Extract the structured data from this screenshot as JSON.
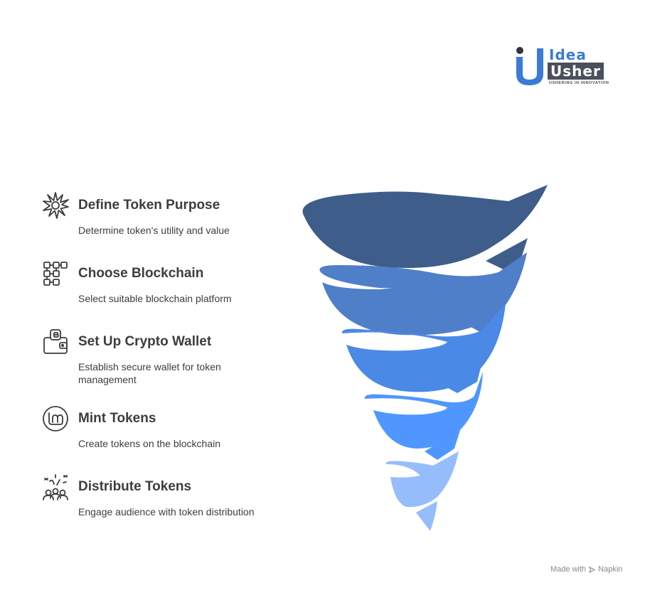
{
  "brand": {
    "name_line1": "Idea",
    "name_line2": "Usher",
    "tagline": "USHERING IN INNOVATION"
  },
  "steps": [
    {
      "title": "Define Token Purpose",
      "description": "Determine token's utility and value",
      "icon": "starburst-icon",
      "color": "#3f5d8a"
    },
    {
      "title": "Choose Blockchain",
      "description": "Select suitable blockchain platform",
      "icon": "blockchain-network-icon",
      "color": "#4f7fc9"
    },
    {
      "title": "Set Up Crypto Wallet",
      "description": "Establish secure wallet for token management",
      "icon": "crypto-wallet-icon",
      "color": "#4a89e6"
    },
    {
      "title": "Mint Tokens",
      "description": "Create tokens on the blockchain",
      "icon": "mint-token-icon",
      "color": "#4f97ff"
    },
    {
      "title": "Distribute Tokens",
      "description": "Engage audience with token distribution",
      "icon": "audience-broadcast-icon",
      "color": "#95bdfc"
    }
  ],
  "footer": {
    "credit_prefix": "Made with",
    "credit_brand": "Napkin"
  }
}
